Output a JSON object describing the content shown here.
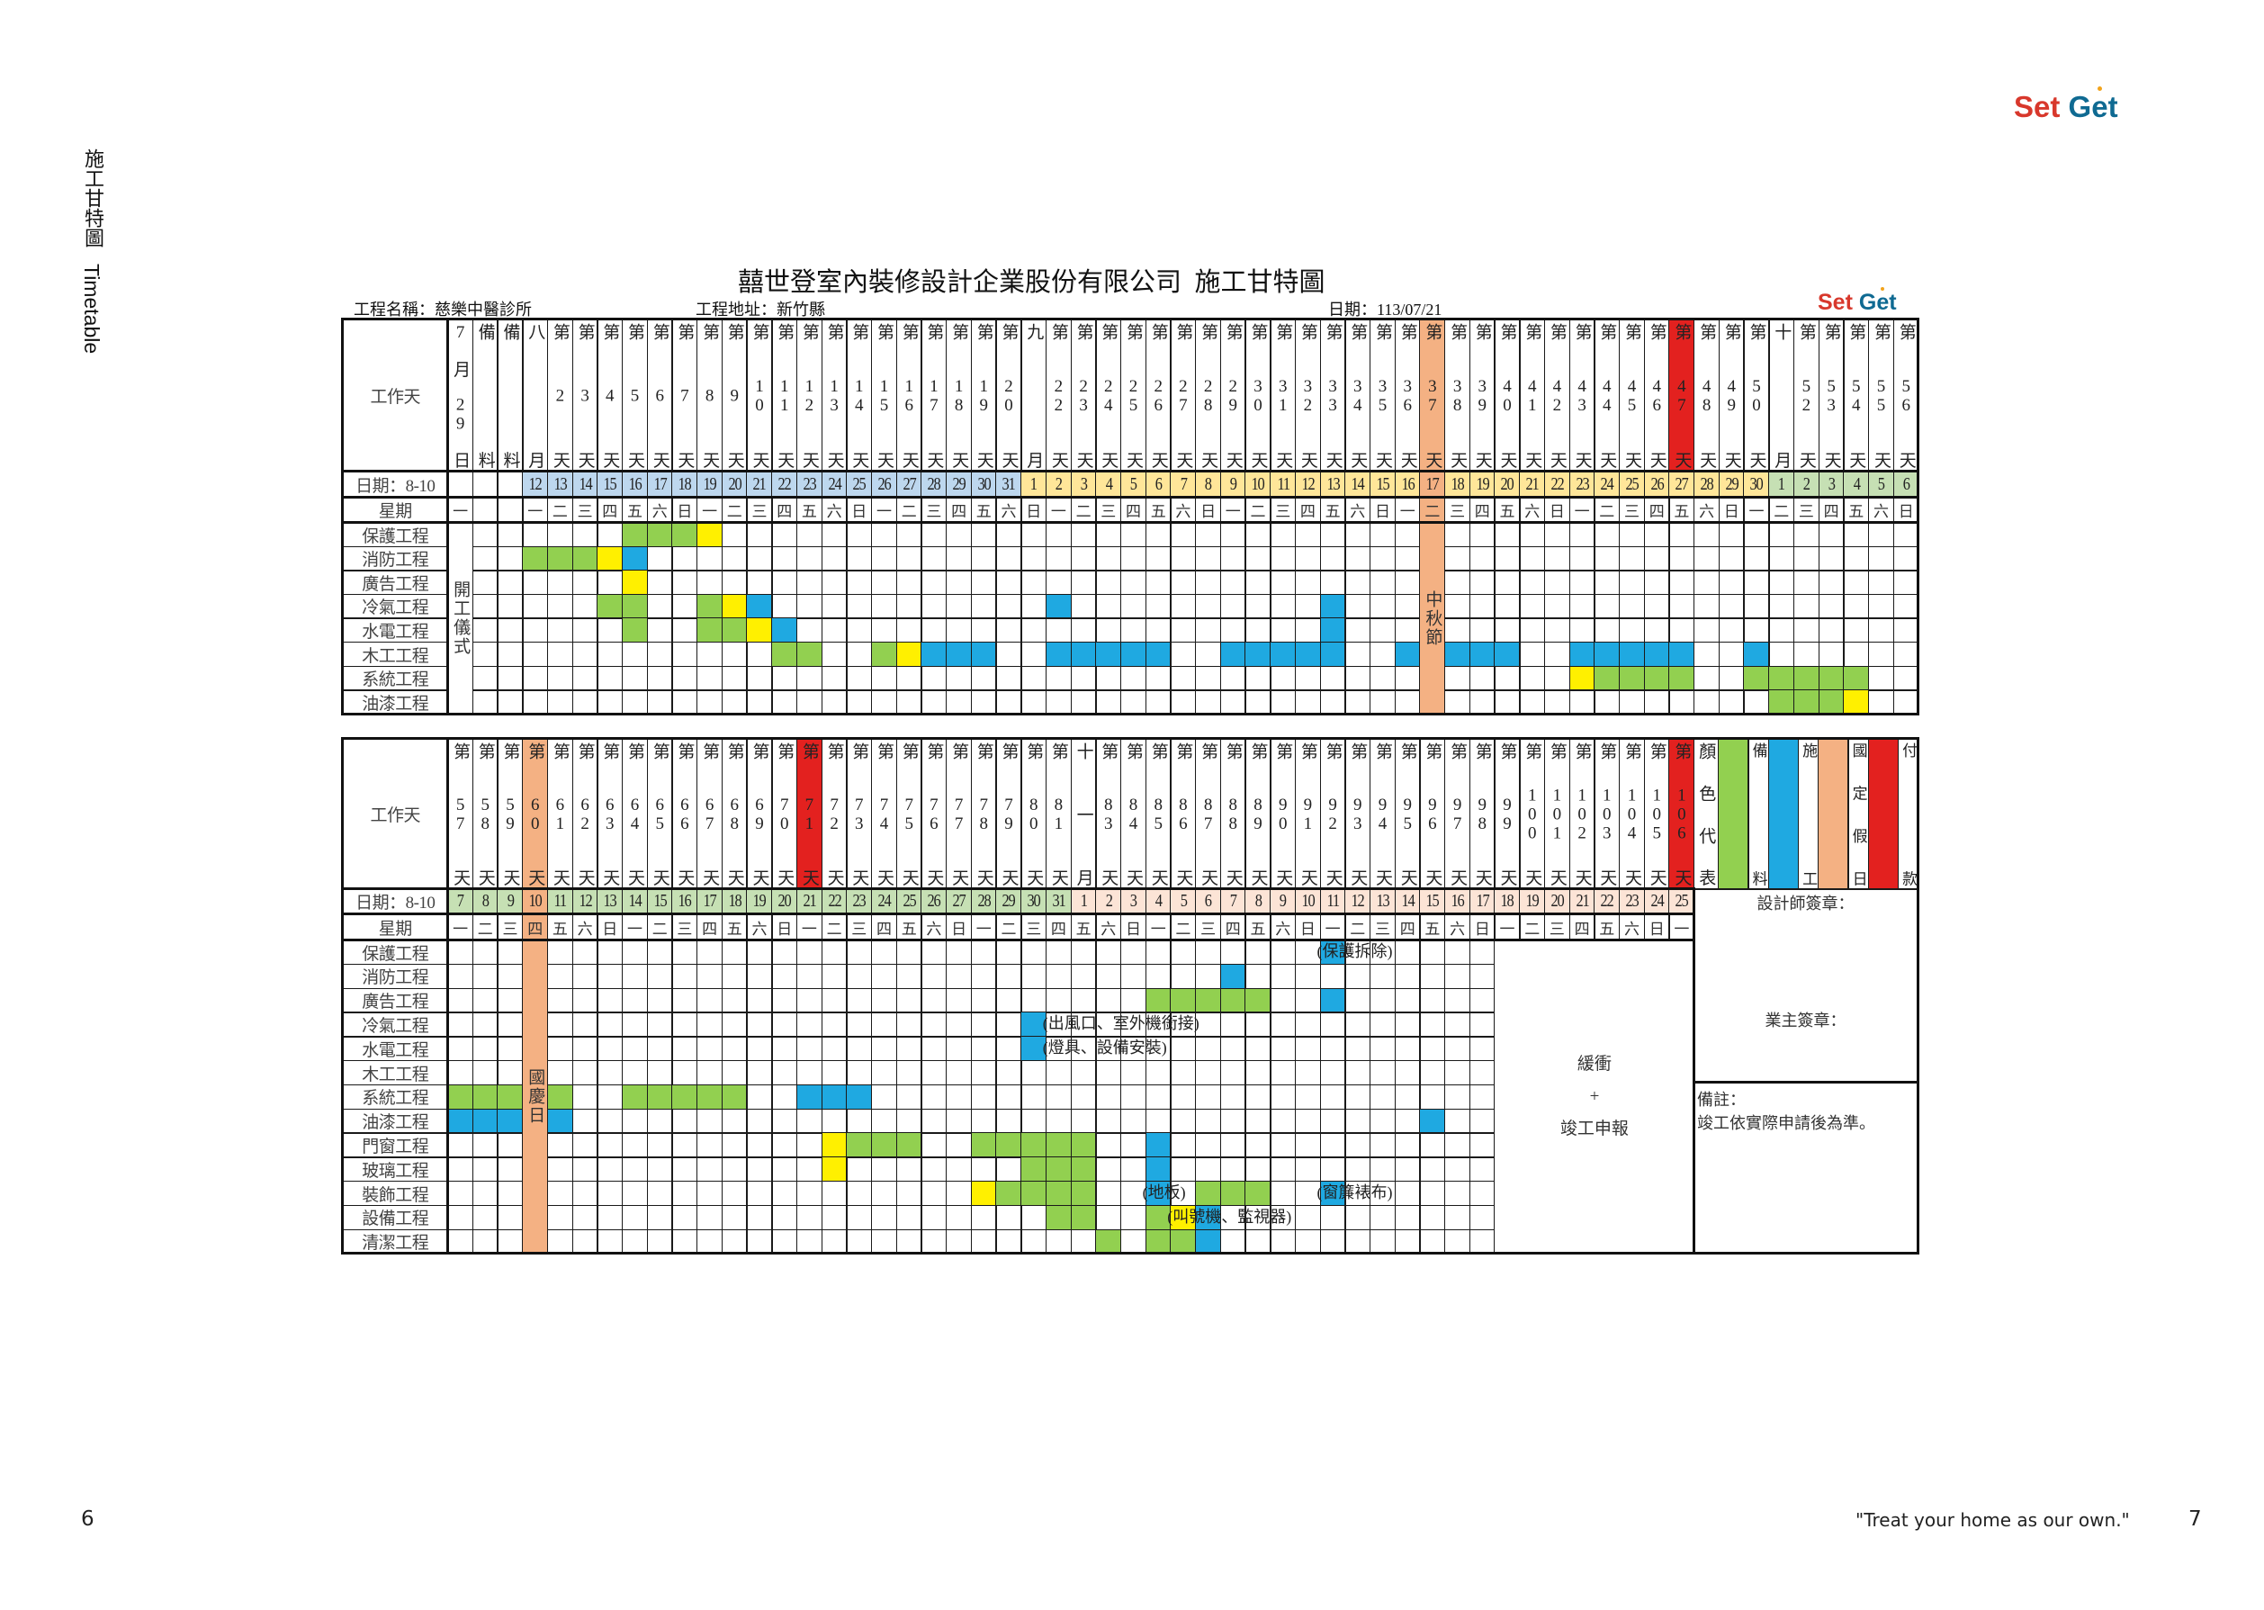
{
  "page": {
    "side_title": "施工甘特圖",
    "side_title_en": "Timetable",
    "page_left": "6",
    "page_right": "7",
    "tagline": "\"Treat your home as our own.\"",
    "logo": {
      "set": "Set",
      "g": "G",
      "e": "e",
      "t": "t"
    }
  },
  "sheet": {
    "title": "囍世登室內裝修設計企業股份有限公司  施工甘特圖",
    "project_name": "工程名稱：慈樂中醫診所",
    "address": "工程地址：新竹縣",
    "date": "日期：113/07/21"
  },
  "colors": {
    "G": "#92d050",
    "B": "#1fa9e1",
    "Y": "#fff000",
    "holiday": "#f4b183",
    "payment": "#e3211f",
    "month": {
      "08": "#bdd7ee",
      "09": "#ffe699",
      "10": "#c6e0b4",
      "11": "#fce4d6"
    }
  },
  "tables": [
    {
      "workday_label": "工作天",
      "date_label": "日期：8-10",
      "weekday_label": "星期",
      "month_runs": [
        [
          "",
          3
        ],
        [
          "08",
          20
        ],
        [
          "09",
          30
        ],
        [
          "10",
          6
        ]
      ],
      "heads": [
        "7月29日",
        "備料",
        "備料",
        "八月",
        "第2天",
        "第3天",
        "第4天",
        "第5天",
        "第6天",
        "第7天",
        "第8天",
        "第9天",
        "第10天",
        "第11天",
        "第12天",
        "第13天",
        "第14天",
        "第15天",
        "第16天",
        "第17天",
        "第18天",
        "第19天",
        "第20天",
        "九月",
        "第22天",
        "第23天",
        "第24天",
        "第25天",
        "第26天",
        "第27天",
        "第28天",
        "第29天",
        "第30天",
        "第31天",
        "第32天",
        "第33天",
        "第34天",
        "第35天",
        "第36天",
        "第37天",
        "第38天",
        "第39天",
        "第40天",
        "第41天",
        "第42天",
        "第43天",
        "第44天",
        "第45天",
        "第46天",
        "第47天",
        "第48天",
        "第49天",
        "第50天",
        "十月",
        "第52天",
        "第53天",
        "第54天",
        "第55天",
        "第56天"
      ],
      "dates": [
        "",
        "",
        "",
        "12",
        "13",
        "14",
        "15",
        "16",
        "17",
        "18",
        "19",
        "20",
        "21",
        "22",
        "23",
        "24",
        "25",
        "26",
        "27",
        "28",
        "29",
        "30",
        "31",
        "1",
        "2",
        "3",
        "4",
        "5",
        "6",
        "7",
        "8",
        "9",
        "10",
        "11",
        "12",
        "13",
        "14",
        "15",
        "16",
        "17",
        "18",
        "19",
        "20",
        "21",
        "22",
        "23",
        "24",
        "25",
        "26",
        "27",
        "28",
        "29",
        "30",
        "1",
        "2",
        "3",
        "4",
        "5",
        "6"
      ],
      "weekdays": [
        "一",
        "",
        "",
        "一",
        "二",
        "三",
        "四",
        "五",
        "六",
        "日",
        "一",
        "二",
        "三",
        "四",
        "五",
        "六",
        "日",
        "一",
        "二",
        "三",
        "四",
        "五",
        "六",
        "日",
        "一",
        "二",
        "三",
        "四",
        "五",
        "六",
        "日",
        "一",
        "二",
        "三",
        "四",
        "五",
        "六",
        "日",
        "一",
        "二",
        "三",
        "四",
        "五",
        "六",
        "日",
        "一",
        "二",
        "三",
        "四",
        "五",
        "六",
        "日",
        "一",
        "二",
        "三",
        "四",
        "五",
        "六",
        "日"
      ],
      "marks": [
        {
          "type": "merged",
          "from": "c0",
          "to": "c0",
          "text": "開工儀式"
        },
        {
          "type": "holiday",
          "from": "09-17",
          "to": "09-17",
          "text": "中秋節"
        },
        {
          "type": "payment",
          "from": "09-27",
          "to": "09-27"
        }
      ],
      "rows": [
        {
          "label": "保護工程",
          "fills": [
            [
              "08-16",
              "08-18",
              "G"
            ],
            [
              "08-19",
              "08-19",
              "Y"
            ]
          ]
        },
        {
          "label": "消防工程",
          "fills": [
            [
              "08-12",
              "08-14",
              "G"
            ],
            [
              "08-15",
              "08-15",
              "Y"
            ],
            [
              "08-16",
              "08-16",
              "B"
            ]
          ]
        },
        {
          "label": "廣告工程",
          "fills": [
            [
              "08-16",
              "08-16",
              "Y"
            ]
          ]
        },
        {
          "label": "冷氣工程",
          "fills": [
            [
              "08-15",
              "08-16",
              "G"
            ],
            [
              "08-19",
              "08-19",
              "G"
            ],
            [
              "08-20",
              "08-20",
              "Y"
            ],
            [
              "08-21",
              "08-21",
              "B"
            ],
            [
              "09-02",
              "09-02",
              "B"
            ],
            [
              "09-13",
              "09-13",
              "B"
            ]
          ]
        },
        {
          "label": "水電工程",
          "fills": [
            [
              "08-16",
              "08-16",
              "G"
            ],
            [
              "08-19",
              "08-20",
              "G"
            ],
            [
              "08-21",
              "08-21",
              "Y"
            ],
            [
              "08-22",
              "08-22",
              "B"
            ],
            [
              "09-13",
              "09-13",
              "B"
            ]
          ]
        },
        {
          "label": "木工工程",
          "fills": [
            [
              "08-22",
              "08-23",
              "G"
            ],
            [
              "08-26",
              "08-26",
              "G"
            ],
            [
              "08-27",
              "08-27",
              "Y"
            ],
            [
              "08-28",
              "08-30",
              "B"
            ],
            [
              "09-02",
              "09-06",
              "B"
            ],
            [
              "09-09",
              "09-13",
              "B"
            ],
            [
              "09-16",
              "09-16",
              "B"
            ],
            [
              "09-18",
              "09-20",
              "B"
            ],
            [
              "09-23",
              "09-27",
              "B"
            ],
            [
              "09-30",
              "09-30",
              "B"
            ]
          ]
        },
        {
          "label": "系統工程",
          "fills": [
            [
              "09-23",
              "09-23",
              "Y"
            ],
            [
              "09-24",
              "09-27",
              "G"
            ],
            [
              "09-30",
              "10-04",
              "G"
            ]
          ]
        },
        {
          "label": "油漆工程",
          "fills": [
            [
              "10-01",
              "10-03",
              "G"
            ],
            [
              "10-04",
              "10-04",
              "Y"
            ]
          ]
        }
      ]
    },
    {
      "workday_label": "工作天",
      "date_label": "日期：8-10",
      "weekday_label": "星期",
      "month_runs": [
        [
          "10",
          25
        ],
        [
          "11",
          25
        ]
      ],
      "heads": [
        "第57天",
        "第58天",
        "第59天",
        "第60天",
        "第61天",
        "第62天",
        "第63天",
        "第64天",
        "第65天",
        "第66天",
        "第67天",
        "第68天",
        "第69天",
        "第70天",
        "第71天",
        "第72天",
        "第73天",
        "第74天",
        "第75天",
        "第76天",
        "第77天",
        "第78天",
        "第79天",
        "第80天",
        "第81天",
        "十一月",
        "第83天",
        "第84天",
        "第85天",
        "第86天",
        "第87天",
        "第88天",
        "第89天",
        "第90天",
        "第91天",
        "第92天",
        "第93天",
        "第94天",
        "第95天",
        "第96天",
        "第97天",
        "第98天",
        "第99天",
        "第100天",
        "第101天",
        "第102天",
        "第103天",
        "第104天",
        "第105天",
        "第106天"
      ],
      "dates": [
        "7",
        "8",
        "9",
        "10",
        "11",
        "12",
        "13",
        "14",
        "15",
        "16",
        "17",
        "18",
        "19",
        "20",
        "21",
        "22",
        "23",
        "24",
        "25",
        "26",
        "27",
        "28",
        "29",
        "30",
        "31",
        "1",
        "2",
        "3",
        "4",
        "5",
        "6",
        "7",
        "8",
        "9",
        "10",
        "11",
        "12",
        "13",
        "14",
        "15",
        "16",
        "17",
        "18",
        "19",
        "20",
        "21",
        "22",
        "23",
        "24",
        "25"
      ],
      "weekdays": [
        "一",
        "二",
        "三",
        "四",
        "五",
        "六",
        "日",
        "一",
        "二",
        "三",
        "四",
        "五",
        "六",
        "日",
        "一",
        "二",
        "三",
        "四",
        "五",
        "六",
        "日",
        "一",
        "二",
        "三",
        "四",
        "五",
        "六",
        "日",
        "一",
        "二",
        "三",
        "四",
        "五",
        "六",
        "日",
        "一",
        "二",
        "三",
        "四",
        "五",
        "六",
        "日",
        "一",
        "二",
        "三",
        "四",
        "五",
        "六",
        "日",
        "一"
      ],
      "marks": [
        {
          "type": "holiday",
          "from": "10-10",
          "to": "10-10",
          "text": "國慶日"
        },
        {
          "type": "payment",
          "from": "10-21",
          "to": "10-21"
        },
        {
          "type": "payment",
          "from": "11-25",
          "to": "11-25"
        },
        {
          "type": "buffer",
          "from": "11-18",
          "to": "11-25",
          "lines": [
            "緩衝",
            "+",
            "竣工申報"
          ]
        }
      ],
      "rows": [
        {
          "label": "保護工程",
          "fills": [
            [
              "11-11",
              "11-11",
              "B"
            ]
          ],
          "notes": [
            {
              "at": "11-11",
              "text": "(保護拆除)"
            }
          ]
        },
        {
          "label": "消防工程",
          "fills": [
            [
              "11-07",
              "11-07",
              "B"
            ]
          ]
        },
        {
          "label": "廣告工程",
          "fills": [
            [
              "11-04",
              "11-08",
              "G"
            ],
            [
              "11-11",
              "11-11",
              "B"
            ]
          ]
        },
        {
          "label": "冷氣工程",
          "fills": [
            [
              "10-30",
              "10-30",
              "B"
            ]
          ],
          "notes": [
            {
              "at": "10-31",
              "text": "(出風口、室外機銜接)"
            }
          ]
        },
        {
          "label": "水電工程",
          "fills": [
            [
              "10-30",
              "10-30",
              "B"
            ]
          ],
          "notes": [
            {
              "at": "10-31",
              "text": "(燈具、設備安裝)"
            }
          ]
        },
        {
          "label": "木工工程",
          "fills": []
        },
        {
          "label": "系統工程",
          "fills": [
            [
              "10-07",
              "10-09",
              "G"
            ],
            [
              "10-11",
              "10-11",
              "G"
            ],
            [
              "10-14",
              "10-18",
              "G"
            ],
            [
              "10-21",
              "10-23",
              "B"
            ]
          ]
        },
        {
          "label": "油漆工程",
          "fills": [
            [
              "10-07",
              "10-09",
              "B"
            ],
            [
              "10-11",
              "10-11",
              "B"
            ],
            [
              "11-15",
              "11-15",
              "B"
            ]
          ]
        },
        {
          "label": "門窗工程",
          "fills": [
            [
              "10-22",
              "10-22",
              "Y"
            ],
            [
              "10-23",
              "10-25",
              "G"
            ],
            [
              "10-28",
              "11-01",
              "G"
            ],
            [
              "11-04",
              "11-04",
              "B"
            ]
          ]
        },
        {
          "label": "玻璃工程",
          "fills": [
            [
              "10-22",
              "10-22",
              "Y"
            ],
            [
              "10-30",
              "11-01",
              "G"
            ],
            [
              "11-04",
              "11-04",
              "B"
            ]
          ]
        },
        {
          "label": "裝飾工程",
          "fills": [
            [
              "10-28",
              "10-28",
              "Y"
            ],
            [
              "10-29",
              "11-01",
              "G"
            ],
            [
              "11-04",
              "11-04",
              "B"
            ],
            [
              "11-06",
              "11-08",
              "G"
            ],
            [
              "11-11",
              "11-11",
              "B"
            ]
          ],
          "notes": [
            {
              "at": "11-04",
              "text": "(地板)"
            },
            {
              "at": "11-11",
              "text": "(窗簾裱布)"
            }
          ]
        },
        {
          "label": "設備工程",
          "fills": [
            [
              "10-31",
              "11-01",
              "G"
            ],
            [
              "11-04",
              "11-04",
              "G"
            ],
            [
              "11-05",
              "11-05",
              "Y"
            ],
            [
              "11-06",
              "11-06",
              "B"
            ]
          ],
          "notes": [
            {
              "at": "11-05",
              "text": "(叫號機、監視器)"
            }
          ]
        },
        {
          "label": "清潔工程",
          "fills": [
            [
              "11-02",
              "11-02",
              "G"
            ],
            [
              "11-04",
              "11-05",
              "G"
            ],
            [
              "11-06",
              "11-06",
              "B"
            ]
          ]
        }
      ]
    }
  ],
  "legend": {
    "title": "顏色代表",
    "items": [
      {
        "label": "備料",
        "color": "#92d050"
      },
      {
        "label": "施工",
        "color": "#1fa9e1"
      },
      {
        "label": "國定假日",
        "color": "#f4b183"
      },
      {
        "label": "付款",
        "color": "#e3211f"
      }
    ]
  },
  "signatures": {
    "designer": "設計師簽章：",
    "owner": "業主簽章："
  },
  "remarks": {
    "title": "備註：",
    "text": "竣工依實際申請後為準。"
  }
}
